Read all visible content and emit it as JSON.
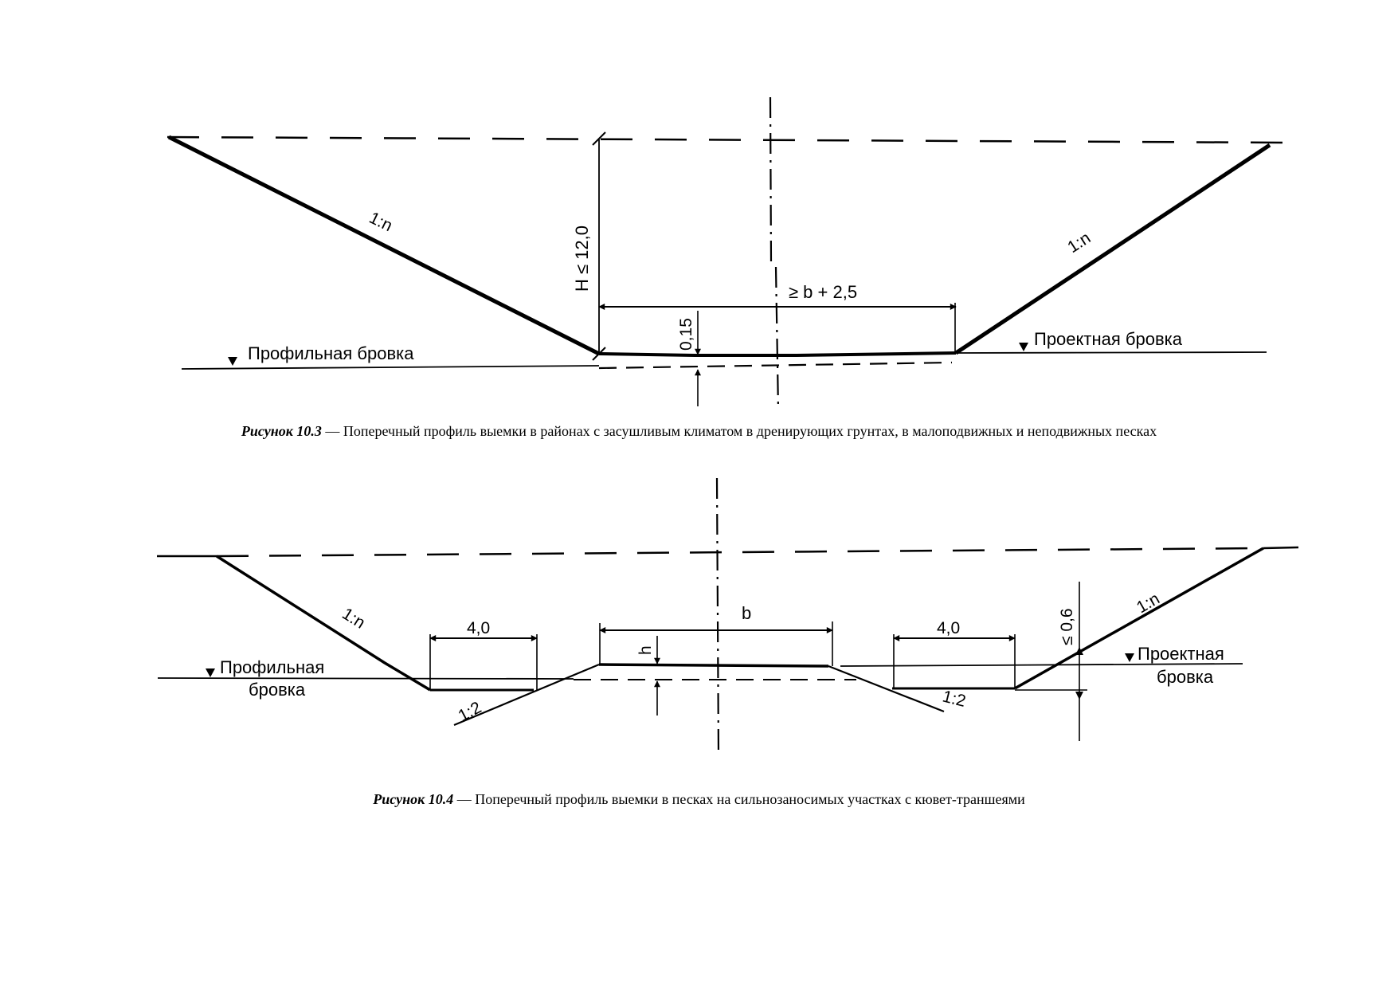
{
  "figure_1": {
    "label": "Рисунок 10.3",
    "caption": " — Поперечный профиль выемки в районах с засушливым климатом в дренирующих грунтах, в малоподвижных и неподвижных песках",
    "left_edge_label": "Профильная бровка",
    "right_edge_label": "Проектная бровка",
    "slope_left": "1:n",
    "slope_right": "1:n",
    "depth_label": "H ≤ 12,0",
    "width_label": "≥ b + 2,5",
    "bottom_label": "0,15"
  },
  "figure_2": {
    "label": "Рисунок 10.4",
    "caption": " — Поперечный профиль выемки в песках на сильнозаносимых участках с кювет-траншеями",
    "left_edge_label_line1": "Профильная",
    "left_edge_label_line2": "бровка",
    "right_edge_label_line1": "Проектная",
    "right_edge_label_line2": "бровка",
    "slope_left": "1:n",
    "slope_right": "1:n",
    "ditch_slope_left": "1:2",
    "ditch_slope_right": "1:2",
    "trench_width_left": "4,0",
    "trench_width_right": "4,0",
    "subgrade_width": "b",
    "height_label": "h",
    "right_height_label": "≤ 0,6"
  }
}
